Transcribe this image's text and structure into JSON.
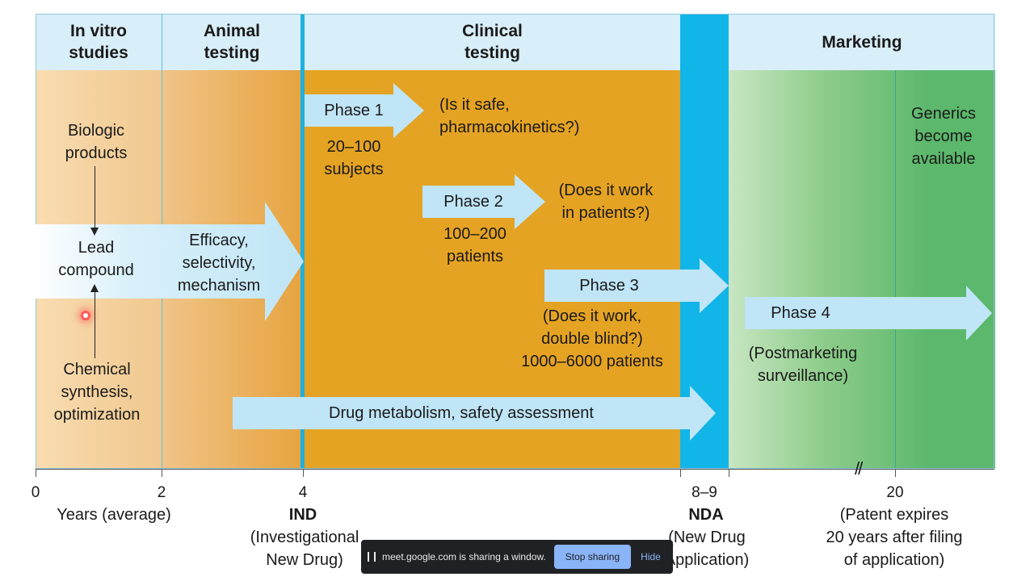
{
  "headers": {
    "in_vitro": "In vitro\nstudies",
    "animal": "Animal\ntesting",
    "clinical": "Clinical\ntesting",
    "marketing": "Marketing"
  },
  "in_vitro": {
    "biologic": "Biologic\nproducts",
    "lead": "Lead\ncompound",
    "chemical": "Chemical\nsynthesis,\noptimization"
  },
  "animal": {
    "efficacy": "Efficacy,\nselectivity,\nmechanism"
  },
  "clinical": {
    "phase1": {
      "label": "Phase 1",
      "question": "(Is it safe,\npharmacokinetics?)",
      "subjects": "20–100\nsubjects"
    },
    "phase2": {
      "label": "Phase 2",
      "question": "(Does it work\nin patients?)",
      "subjects": "100–200\npatients"
    },
    "phase3": {
      "label": "Phase 3",
      "question": "(Does it work,\ndouble blind?)\n1000–6000 patients"
    },
    "metabolism": "Drug metabolism, safety assessment"
  },
  "marketing": {
    "phase4": {
      "label": "Phase 4",
      "question": "(Postmarketing\nsurveillance)"
    },
    "generics": "Generics\nbecome\navailable"
  },
  "axis": {
    "ticks": [
      "0",
      "2",
      "4",
      "8–9",
      "20"
    ],
    "years_label": "Years (average)",
    "ind_title": "IND",
    "ind_desc": "(Investigational\nNew Drug)",
    "nda_title": "NDA",
    "nda_desc": "(New Drug\nApplication)",
    "patent_desc": "(Patent expires\n20 years after filing\nof application)",
    "break_mark": "//"
  },
  "share_bar": {
    "message": "meet.google.com is sharing a window.",
    "stop_label": "Stop sharing",
    "hide_label": "Hide"
  },
  "colors": {
    "header_bg": "#d8eef8",
    "clinical_orange": "#e5a323",
    "nda_blue": "#12b5e8",
    "arrow_blue": "#bfe5f6",
    "marketing_green": "#5cb86c"
  }
}
